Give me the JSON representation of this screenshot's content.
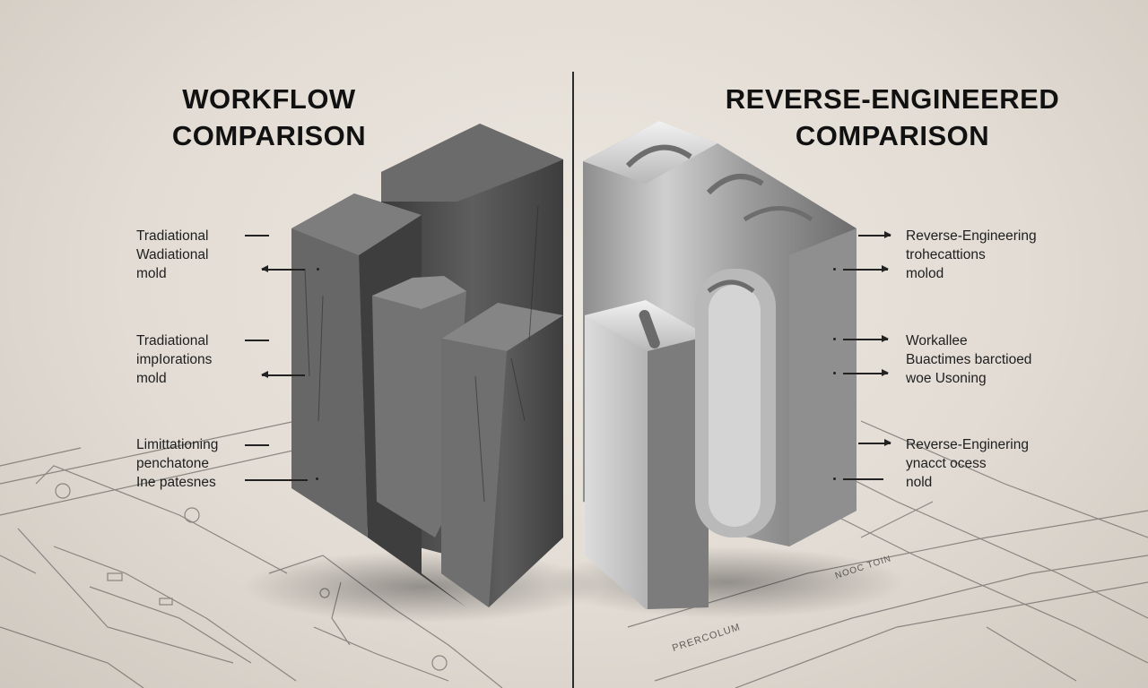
{
  "left_title": [
    "WORKFLOW",
    "COMPARISON"
  ],
  "right_title": [
    "REVERSE-ENGINEERED",
    "COMPARISON"
  ],
  "left_labels": [
    [
      "Tradiational",
      "Wadiational",
      "mold"
    ],
    [
      "Tradiational",
      "impIorations",
      "mold"
    ],
    [
      "Limittationing",
      "penchatone",
      "Ine patesnes"
    ]
  ],
  "right_labels": [
    [
      "Reverse-Engineering",
      "trohecattions",
      "molod"
    ],
    [
      "Workallee",
      "Buactimes barctioed",
      "woe Usoning"
    ],
    [
      "Reverse-Enginering",
      "ynacct  ocess",
      "nold"
    ]
  ],
  "blueprint_text": [
    "PRERCOLUM",
    "NOOC TOIN"
  ],
  "colors": {
    "background": "#e6e1da",
    "ink": "#1e1e1e",
    "cast_iron": "#4a4a4a",
    "steel": "#a9a9a9"
  }
}
